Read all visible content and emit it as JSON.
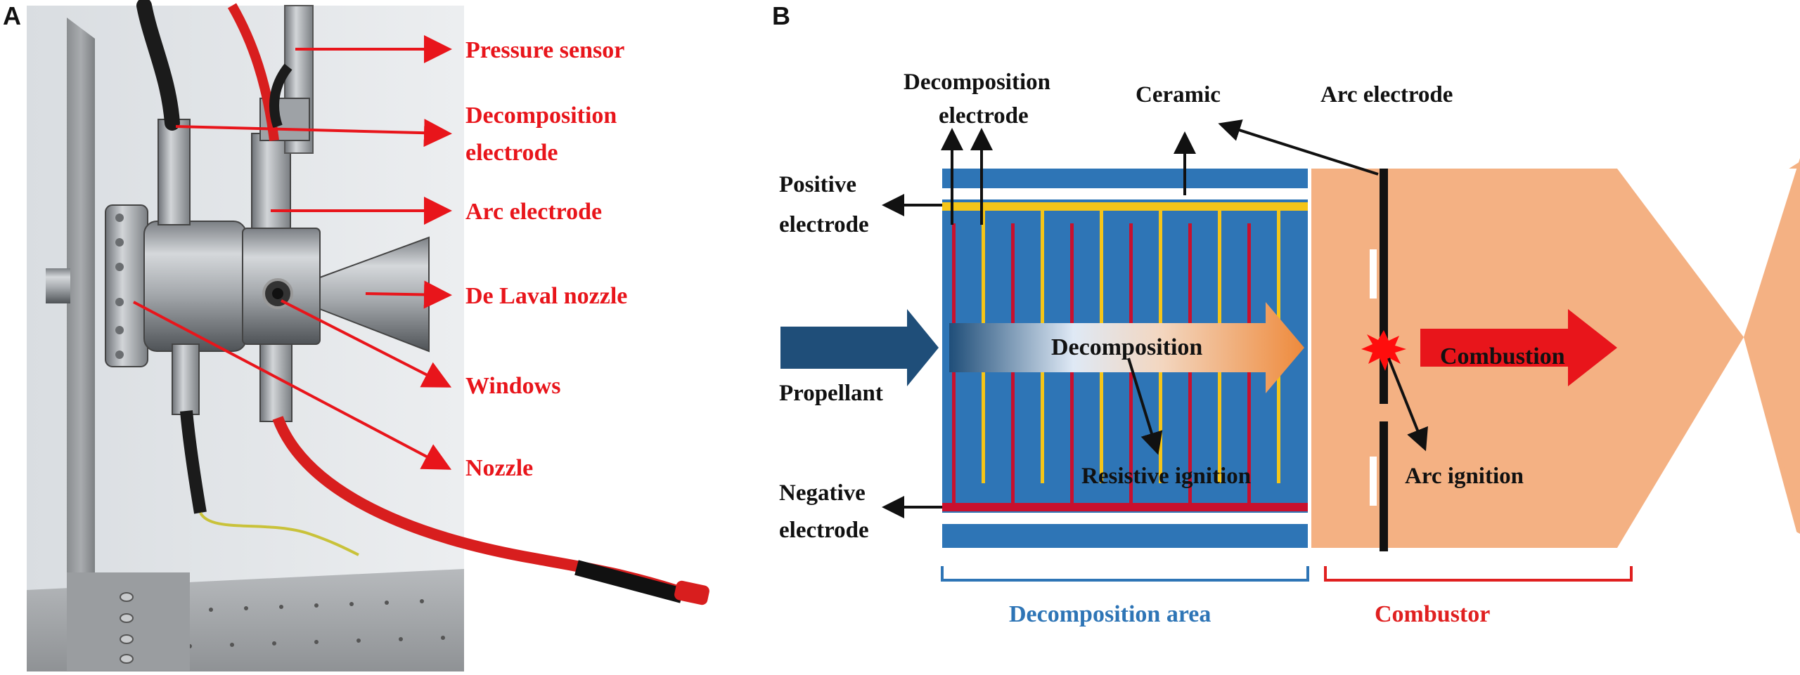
{
  "panels": {
    "a": {
      "letter": "A"
    },
    "b": {
      "letter": "B"
    }
  },
  "photo_labels": {
    "pressure_sensor": "Pressure sensor",
    "decomposition_electrode_line1": "Decomposition",
    "decomposition_electrode_line2": "electrode",
    "arc_electrode": "Arc electrode",
    "de_laval_nozzle": "De Laval nozzle",
    "windows": "Windows",
    "nozzle": "Nozzle"
  },
  "schematic_labels": {
    "decomposition_electrode_line1": "Decomposition",
    "decomposition_electrode_line2": "electrode",
    "ceramic": "Ceramic",
    "arc_electrode": "Arc electrode",
    "positive_electrode_line1": "Positive",
    "positive_electrode_line2": "electrode",
    "negative_electrode_line1": "Negative",
    "negative_electrode_line2": "electrode",
    "propellant": "Propellant",
    "decomposition": "Decomposition",
    "combustion": "Combustion",
    "resistive_ignition": "Resistive ignition",
    "arc_ignition": "Arc ignition",
    "decomposition_area": "Decomposition area",
    "combustor": "Combustor"
  },
  "colors": {
    "label_red": "#e8151b",
    "decomposition_blue": "#2e75b6",
    "ceramic_white": "#ffffff",
    "positive_yellow": "#f5c518",
    "negative_red": "#c8102e",
    "combustor_orange": "#f4b183",
    "propellant_arrow": "#1f4e79",
    "area_label_blue": "#2e75b6",
    "combustor_label_red": "#e02020"
  }
}
